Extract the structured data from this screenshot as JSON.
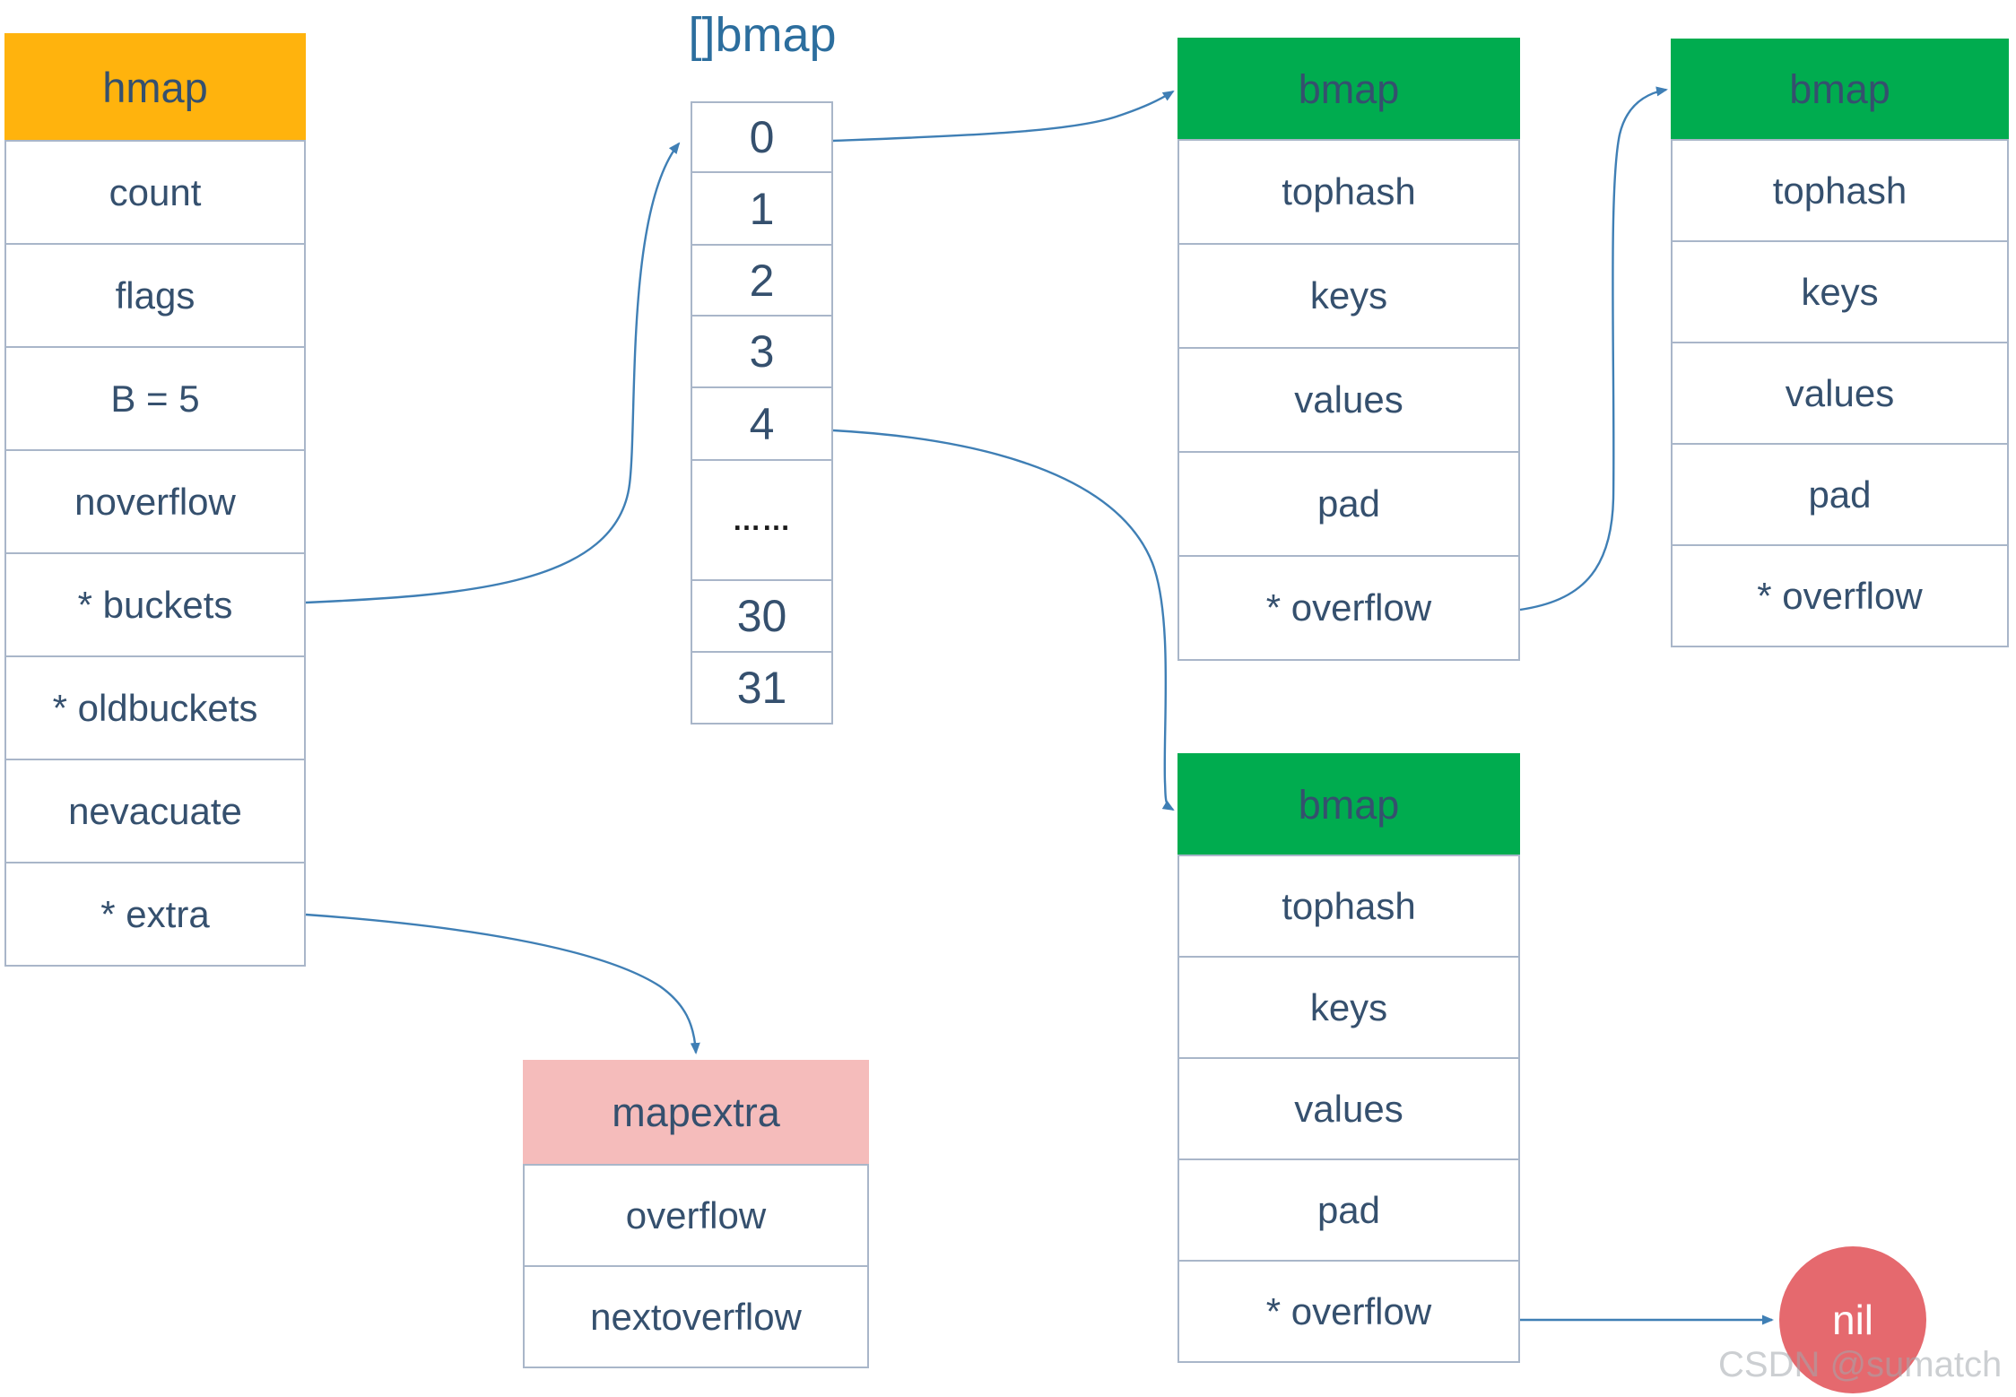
{
  "watermark": "CSDN @sumatch",
  "colors": {
    "hmap_header": "#FFB30D",
    "bmap_header": "#00AC4F",
    "mapextra_header": "#F5BCBB",
    "nil_circle": "#E5696E",
    "arrow": "#3F7FB5",
    "text": "#35506E",
    "title": "#2C6E9E",
    "border": "#A9B6C9"
  },
  "hmap": {
    "title": "hmap",
    "rows": [
      "count",
      "flags",
      "B = 5",
      "noverflow",
      "* buckets",
      "* oldbuckets",
      "nevacuate",
      "* extra"
    ]
  },
  "bucket_array": {
    "title": "[]bmap",
    "cells": [
      "0",
      "1",
      "2",
      "3",
      "4",
      "……",
      "30",
      "31"
    ]
  },
  "bmap_bucket0": {
    "title": "bmap",
    "rows": [
      "tophash",
      "keys",
      "values",
      "pad",
      "* overflow"
    ]
  },
  "bmap_overflow": {
    "title": "bmap",
    "rows": [
      "tophash",
      "keys",
      "values",
      "pad",
      "* overflow"
    ]
  },
  "bmap_bucket4": {
    "title": "bmap",
    "rows": [
      "tophash",
      "keys",
      "values",
      "pad",
      "* overflow"
    ]
  },
  "mapextra": {
    "title": "mapextra",
    "rows": [
      "overflow",
      "nextoverflow"
    ]
  },
  "nil": {
    "label": "nil"
  }
}
